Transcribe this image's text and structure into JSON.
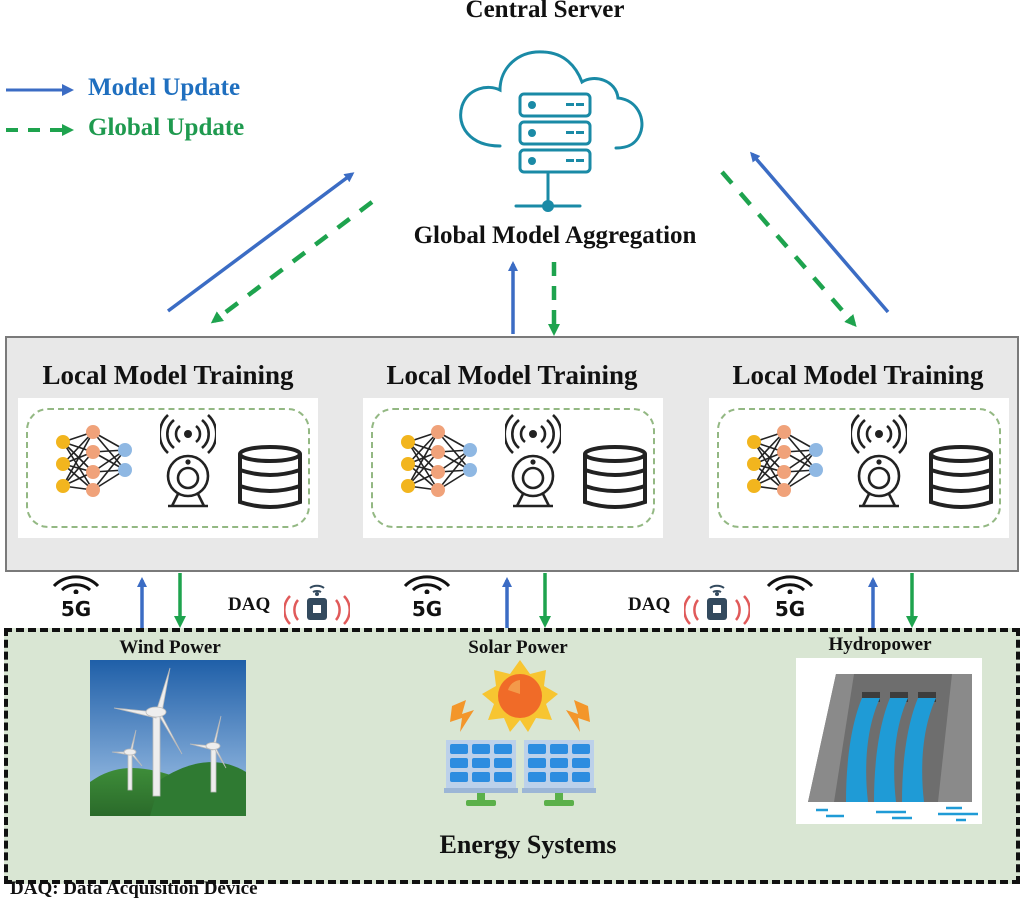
{
  "legend": {
    "items": [
      {
        "label": "Model Update",
        "style": "solid",
        "color": "#3b6cc4",
        "text_color": "#1f6fbf"
      },
      {
        "label": "Global Update",
        "style": "dashed",
        "color": "#1ea34e",
        "text_color": "#1f9a4f"
      }
    ]
  },
  "server": {
    "title": "Central Server",
    "subtitle": "Global Model Aggregation",
    "icon": "cloud-server-icon",
    "icon_color": "#1a8aa6"
  },
  "local_training": {
    "nodes": [
      {
        "title": "Local Model Training",
        "icons": [
          "neural-network-icon",
          "iot-sensor-icon",
          "database-icon"
        ]
      },
      {
        "title": "Local Model Training",
        "icons": [
          "neural-network-icon",
          "iot-sensor-icon",
          "database-icon"
        ]
      },
      {
        "title": "Local Model Training",
        "icons": [
          "neural-network-icon",
          "iot-sensor-icon",
          "database-icon"
        ]
      }
    ]
  },
  "connectivity": {
    "fiveg_label": "5G",
    "daq_label": "DAQ"
  },
  "energy": {
    "title": "Energy Systems",
    "sources": [
      {
        "label": "Wind Power",
        "icon": "wind-turbine-icon"
      },
      {
        "label": "Solar Power",
        "icon": "solar-panel-icon"
      },
      {
        "label": "Hydropower",
        "icon": "hydro-dam-icon"
      }
    ]
  },
  "footnote": "DAQ: Data Acquisition Device",
  "colors": {
    "model_update": "#3b6cc4",
    "global_update": "#1ea34e",
    "local_panel_bg": "#e8e8e8",
    "energy_panel_bg": "#d9e6d3",
    "daq_signal": "#e05a5a"
  }
}
